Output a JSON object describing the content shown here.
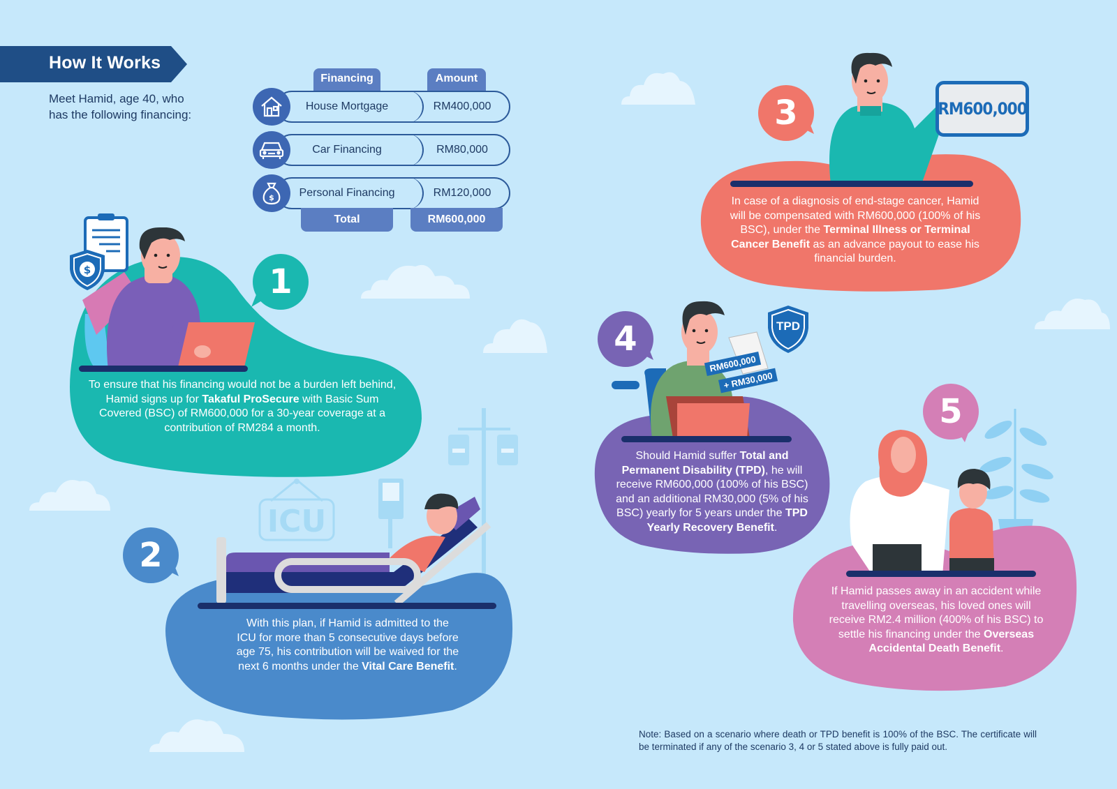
{
  "header": {
    "title": "How It Works",
    "intro": "Meet Hamid, age 40, who has the following financing:"
  },
  "financing_table": {
    "columns": [
      "Financing",
      "Amount"
    ],
    "rows": [
      {
        "icon": "house-icon",
        "label": "House Mortgage",
        "amount": "RM400,000"
      },
      {
        "icon": "car-icon",
        "label": "Car Financing",
        "amount": "RM80,000"
      },
      {
        "icon": "money-bag-icon",
        "label": "Personal Financing",
        "amount": "RM120,000"
      }
    ],
    "total_label": "Total",
    "total_amount": "RM600,000"
  },
  "steps": [
    {
      "number": "1",
      "color": "#1ab8b0",
      "text_parts": [
        {
          "t": "To ensure that his financing would not be a burden left behind, Hamid signs up for ",
          "b": false
        },
        {
          "t": "Takaful ProSecure",
          "b": true
        },
        {
          "t": " with Basic Sum Covered (BSC) of RM600,000 for a 30-year coverage at a contribution of RM284 a month.",
          "b": false
        }
      ]
    },
    {
      "number": "2",
      "color": "#4a8acb",
      "sign_label": "ICU",
      "text_parts": [
        {
          "t": "With this plan, if Hamid is admitted to the ICU for more than 5 consecutive days before age 75, his contribution will be waived for the next 6 months under the ",
          "b": false
        },
        {
          "t": "Vital Care Benefit",
          "b": true
        },
        {
          "t": ".",
          "b": false
        }
      ]
    },
    {
      "number": "3",
      "color": "#f0766a",
      "sign_amount": "RM600,000",
      "text_parts": [
        {
          "t": "In case of a diagnosis of end-stage cancer, Hamid will be compensated with RM600,000 (100% of his BSC), under the ",
          "b": false
        },
        {
          "t": "Terminal Illness or Terminal Cancer Benefit",
          "b": true
        },
        {
          "t": " as an advance payout to ease his financial burden.",
          "b": false
        }
      ]
    },
    {
      "number": "4",
      "color": "#7864b4",
      "shield_label": "TPD",
      "tag_1": "RM600,000",
      "tag_2": "+ RM30,000",
      "text_parts": [
        {
          "t": "Should Hamid suffer ",
          "b": false
        },
        {
          "t": "Total and Permanent Disability (TPD)",
          "b": true
        },
        {
          "t": ", he will receive RM600,000 (100% of his BSC) and an additional RM30,000 (5% of his BSC) yearly for 5 years under the ",
          "b": false
        },
        {
          "t": "TPD Yearly Recovery Benefit",
          "b": true
        },
        {
          "t": ".",
          "b": false
        }
      ]
    },
    {
      "number": "5",
      "color": "#d47fb6",
      "text_parts": [
        {
          "t": "If Hamid passes away in an accident while travelling overseas, his loved ones will receive RM2.4 million (400% of his BSC) to settle his financing under the ",
          "b": false
        },
        {
          "t": "Overseas Accidental Death Benefit",
          "b": true
        },
        {
          "t": ".",
          "b": false
        }
      ]
    }
  ],
  "note": "Note: Based on a scenario where death or TPD benefit is 100% of the BSC. The certificate will be terminated if any of the scenario 3, 4 or 5 stated above is fully paid out.",
  "colors": {
    "background": "#c6e8fb",
    "header_navy": "#1f4e86",
    "table_blue": "#5b7ec2",
    "bar_navy": "#1a2f6b"
  }
}
